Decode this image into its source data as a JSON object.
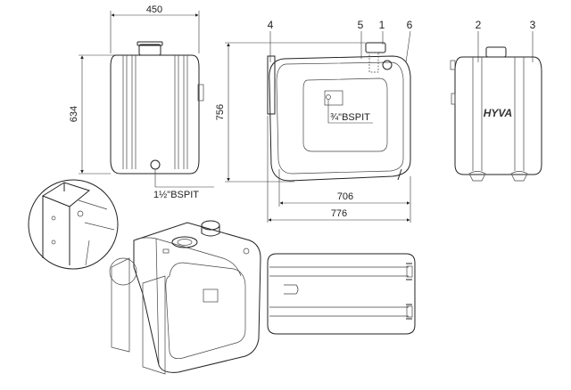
{
  "dimensions": {
    "width": "450",
    "height_side": "634",
    "height_front": "756",
    "inner_length": "706",
    "overall_length": "776"
  },
  "callouts": {
    "c1": "1",
    "c2": "2",
    "c3": "3",
    "c4": "4",
    "c5": "5",
    "c6": "6"
  },
  "ports": {
    "drain": "1½\"BSPIT",
    "return": "¾\"BSPIT"
  },
  "brand_logo": "HYVA"
}
